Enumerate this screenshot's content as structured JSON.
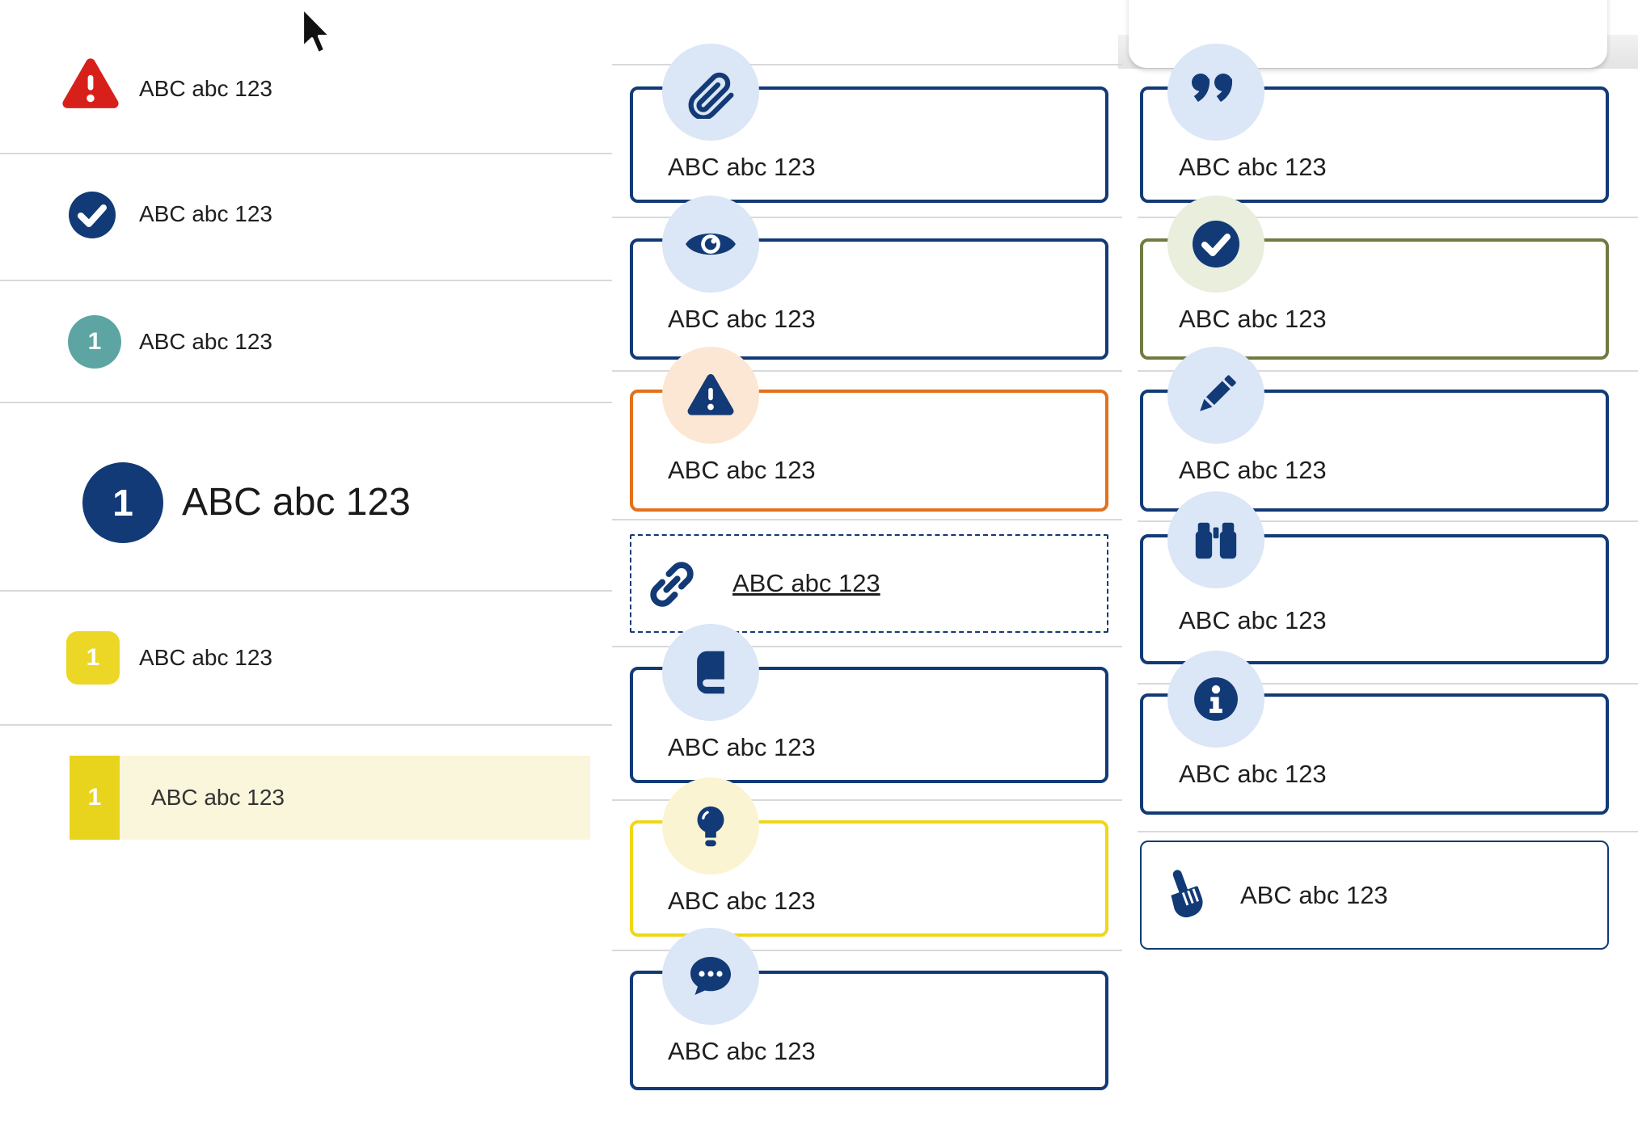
{
  "colors": {
    "navy": "#123a76",
    "red": "#d8201a",
    "teal": "#5ca5a3",
    "yellow": "#ecd727",
    "yellow-strong": "#e9d41d",
    "cream": "#faf6dc",
    "orange": "#e2711c",
    "peach": "#fce7d4",
    "pale-yellow": "#fbf4d2",
    "yellow-border": "#f0d618",
    "olive": "#6f7c41",
    "sage": "#e9eedd",
    "light-blue": "#dbe6f6",
    "separator": "#d9d9d9",
    "text": "#1f1f1f"
  },
  "left_list": {
    "items": [
      {
        "icon": "warning-triangle-icon",
        "label": "ABC abc 123",
        "variant": "error"
      },
      {
        "icon": "check-circle-icon",
        "label": "ABC abc 123",
        "variant": "success"
      },
      {
        "icon": "number-badge-teal",
        "badge": "1",
        "label": "ABC abc 123",
        "variant": "teal-step"
      },
      {
        "icon": "number-badge-navy-large",
        "badge": "1",
        "label": "ABC abc 123",
        "variant": "primary-step-large"
      },
      {
        "icon": "number-badge-yellow",
        "badge": "1",
        "label": "ABC abc 123",
        "variant": "yellow-step"
      },
      {
        "icon": "number-badge-yellow",
        "badge": "1",
        "label": "ABC abc 123",
        "variant": "yellow-step-highlighted"
      }
    ]
  },
  "middle_callouts": {
    "items": [
      {
        "icon": "paperclip-icon",
        "label": "ABC abc 123",
        "variant": "default"
      },
      {
        "icon": "eye-icon",
        "label": "ABC abc 123",
        "variant": "default"
      },
      {
        "icon": "warning-triangle-icon",
        "label": "ABC abc 123",
        "variant": "warning"
      },
      {
        "icon": "link-icon",
        "label": "ABC abc 123",
        "variant": "link-dashed"
      },
      {
        "icon": "book-icon",
        "label": "ABC abc 123",
        "variant": "default"
      },
      {
        "icon": "lightbulb-icon",
        "label": "ABC abc 123",
        "variant": "tip"
      },
      {
        "icon": "speech-bubble-icon",
        "label": "ABC abc 123",
        "variant": "default"
      }
    ]
  },
  "right_callouts": {
    "items": [
      {
        "icon": "quote-icon",
        "label": "ABC abc 123",
        "variant": "default"
      },
      {
        "icon": "check-circle-icon",
        "label": "ABC abc 123",
        "variant": "success"
      },
      {
        "icon": "pencil-icon",
        "label": "ABC abc 123",
        "variant": "default"
      },
      {
        "icon": "binoculars-icon",
        "label": "ABC abc 123",
        "variant": "default"
      },
      {
        "icon": "info-icon",
        "label": "ABC abc 123",
        "variant": "default"
      },
      {
        "icon": "pointer-hand-icon",
        "label": "ABC abc 123",
        "variant": "button"
      }
    ]
  }
}
